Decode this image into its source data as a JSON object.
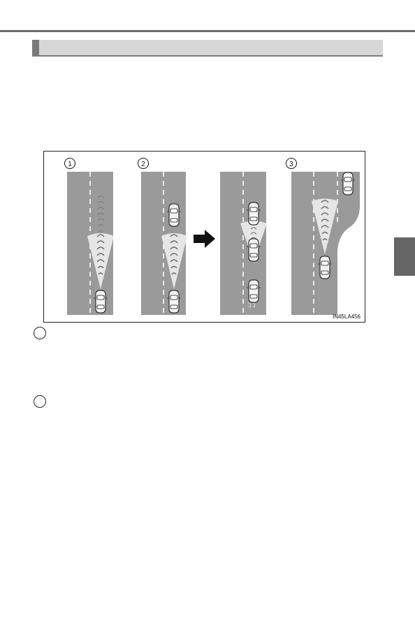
{
  "header": {
    "title": ""
  },
  "side_tab": {
    "label": ""
  },
  "figure": {
    "code": "IN45LA456",
    "panel_markers": [
      "1",
      "2",
      "3"
    ]
  },
  "notes": [
    {
      "marker": "",
      "text": ""
    },
    {
      "marker": "",
      "text": ""
    }
  ],
  "colors": {
    "road": "#9a9a9a",
    "lane_marking": "#ffffff",
    "beam": "#e6e6e6",
    "arrow": "#111111",
    "rule": "#6b6b6b",
    "header_bar": "#d7d7d7",
    "side_tab": "#666666"
  }
}
